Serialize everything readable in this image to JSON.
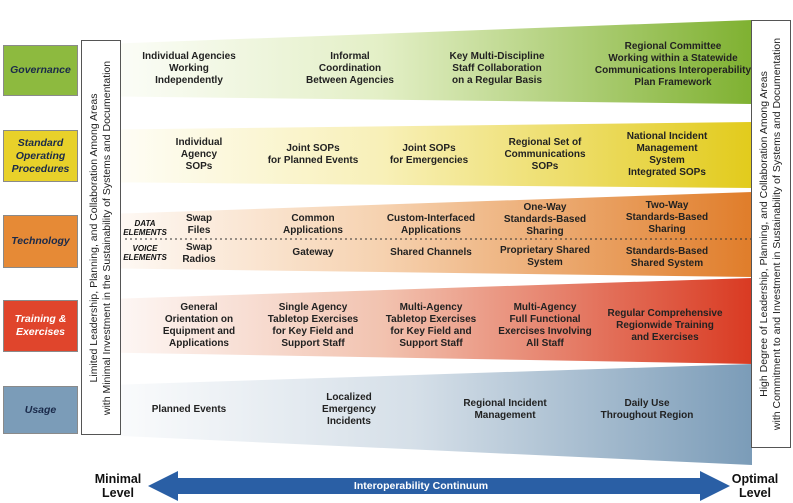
{
  "colors": {
    "governance": "#8dba3f",
    "sops": "#e8d12a",
    "technology": "#e68a36",
    "training": "#e0452c",
    "usage": "#7b9cb8",
    "arrow": "#2a5fa5"
  },
  "lanes": [
    {
      "id": "governance",
      "label": "Governance"
    },
    {
      "id": "sops",
      "label": "Standard\nOperating\nProcedures"
    },
    {
      "id": "technology",
      "label": "Technology"
    },
    {
      "id": "training",
      "label": "Training &\nExercises"
    },
    {
      "id": "usage",
      "label": "Usage"
    }
  ],
  "left_box_text": "Limited Leadership, Planning, and Collaboration Among Areas\nwith Minimal Investment in the Sustainability of Systems and Documentation",
  "right_box_text": "High Degree of Leadership, Planning, and Collaboration Among Areas\nwith Commitment to and Investment in Sustainability of Systems and Documentation",
  "governance_cells": [
    "Individual Agencies\nWorking\nIndependently",
    "Informal\nCoordination\nBetween Agencies",
    "Key Multi-Discipline\nStaff Collaboration\non a Regular Basis",
    "Regional Committee\nWorking within a Statewide\nCommunications Interoperability\nPlan Framework"
  ],
  "sops_cells": [
    "Individual\nAgency\nSOPs",
    "Joint SOPs\nfor Planned Events",
    "Joint SOPs\nfor Emergencies",
    "Regional Set of\nCommunications\nSOPs",
    "National Incident\nManagement\nSystem\nIntegrated SOPs"
  ],
  "technology": {
    "data_label": "DATA\nELEMENTS",
    "voice_label": "VOICE\nELEMENTS",
    "data_cells": [
      "Swap\nFiles",
      "Common\nApplications",
      "Custom-Interfaced\nApplications",
      "One-Way\nStandards-Based\nSharing",
      "Two-Way\nStandards-Based\nSharing"
    ],
    "voice_cells": [
      "Swap\nRadios",
      "Gateway",
      "Shared Channels",
      "Proprietary Shared\nSystem",
      "Standards-Based\nShared System"
    ]
  },
  "training_cells": [
    "General\nOrientation on\nEquipment and\nApplications",
    "Single Agency\nTabletop Exercises\nfor Key Field and\nSupport Staff",
    "Multi-Agency\nTabletop Exercises\nfor Key Field and\nSupport Staff",
    "Multi-Agency\nFull Functional\nExercises Involving\nAll Staff",
    "Regular Comprehensive\nRegionwide Training\nand Exercises"
  ],
  "usage_cells": [
    "Planned Events",
    "Localized\nEmergency\nIncidents",
    "Regional Incident\nManagement",
    "Daily Use\nThroughout Region"
  ],
  "continuum": {
    "left_label": "Minimal\nLevel",
    "right_label": "Optimal\nLevel",
    "arrow_label": "Interoperability Continuum"
  }
}
